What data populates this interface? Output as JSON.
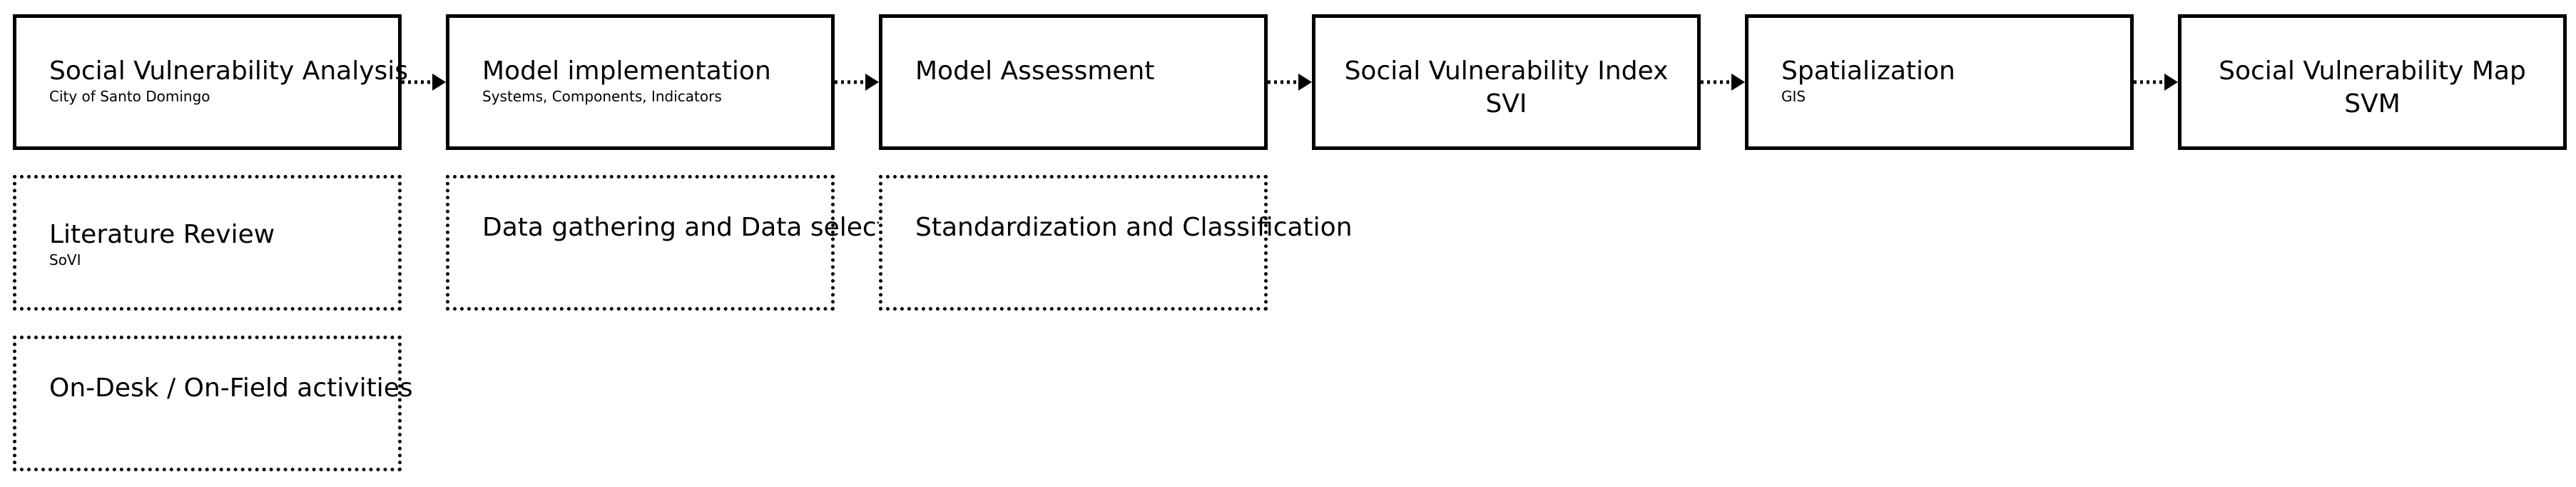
{
  "flow": {
    "steps": [
      {
        "title": "Social Vulnerability Analysis",
        "subtitle": "City of Santo Domingo"
      },
      {
        "title": "Model implementation",
        "subtitle": "Systems, Components, Indicators"
      },
      {
        "title": "Model Assessment",
        "subtitle": ""
      },
      {
        "title": "Social Vulnerability Index\nSVI",
        "subtitle": ""
      },
      {
        "title": "Spatialization",
        "subtitle": "GIS"
      },
      {
        "title": "Social Vulnerability Map\nSVM",
        "subtitle": ""
      }
    ]
  },
  "details": {
    "literature": {
      "title": "Literature Review",
      "subtitle": "SoVI"
    },
    "data": {
      "title": "Data gathering and\nData selection"
    },
    "standardization": {
      "title": "Standardization and\nClassification"
    },
    "activities": {
      "title": "On-Desk / On-Field\nactivities"
    }
  }
}
